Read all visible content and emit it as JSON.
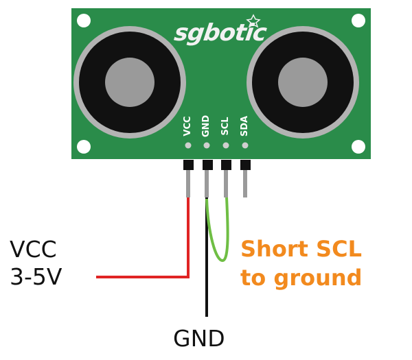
{
  "board": {
    "brand": "sgbotic",
    "pins": [
      "VCC",
      "GND",
      "SCL",
      "SDA"
    ]
  },
  "labels": {
    "vcc_line1": "VCC",
    "vcc_line2": "3-5V",
    "gnd": "GND",
    "note_line1": "Short SCL",
    "note_line2": "to ground"
  },
  "colors": {
    "board": "#2a8c4a",
    "transducer_ring": "#b3b3b3",
    "transducer_center": "#9a9a9a",
    "vcc_wire": "#e02424",
    "gnd_wire": "#111111",
    "jumper_wire": "#6fbe44",
    "note_text": "#f28a1e"
  }
}
